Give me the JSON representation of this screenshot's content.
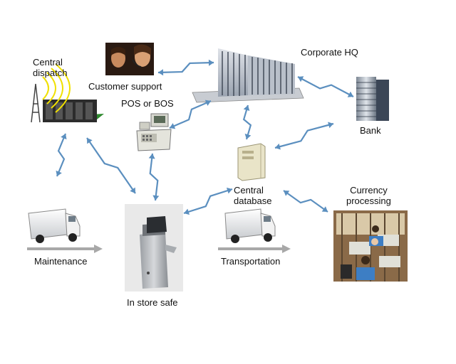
{
  "nodes": {
    "corporate_hq": {
      "label": "Corporate HQ",
      "icon": "office-building-icon"
    },
    "customer_support": {
      "label": "Customer support",
      "icon": "headset-agents-photo"
    },
    "central_dispatch": {
      "label": "Central\ndispatch",
      "icon": "radio-tower-building-icon"
    },
    "pos": {
      "label": "POS or BOS",
      "icon": "cash-register-icon"
    },
    "bank": {
      "label": "Bank",
      "icon": "bank-tower-icon"
    },
    "central_database": {
      "label": "Central\ndatabase",
      "icon": "server-icon"
    },
    "currency_processing": {
      "label": "Currency\nprocessing",
      "icon": "processing-room-photo"
    },
    "in_store_safe": {
      "label": "In store safe",
      "icon": "safe-kiosk-icon"
    },
    "maintenance": {
      "label": "Maintenance",
      "icon": "armored-truck-icon"
    },
    "transportation": {
      "label": "Transportation",
      "icon": "armored-truck-icon"
    }
  },
  "colors": {
    "arrow": "#5b8fbf",
    "flow_arrow": "#a8a8a8",
    "label": "#111111"
  }
}
